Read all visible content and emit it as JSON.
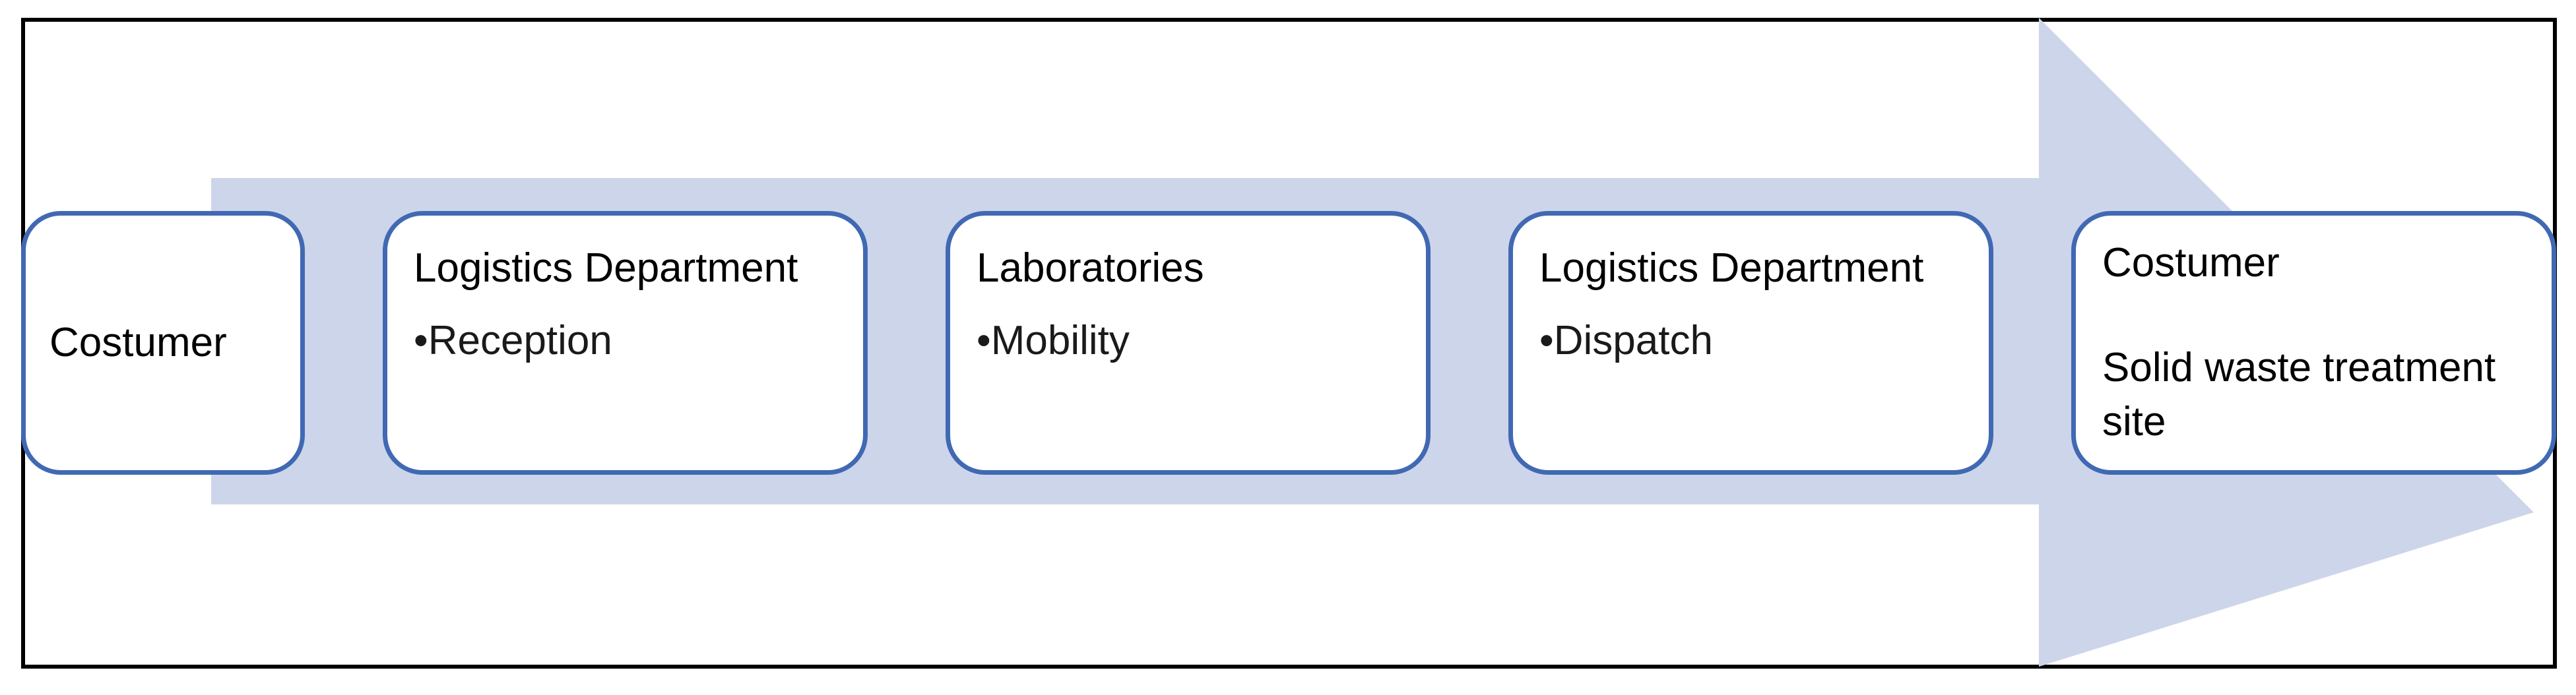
{
  "diagram": {
    "colors": {
      "arrow_fill": "#cdd5ea",
      "box_border": "#4169b3",
      "frame_border": "#000000"
    },
    "steps": [
      {
        "title": "Costumer"
      },
      {
        "title": "Logistics Department",
        "bullet": "•Reception"
      },
      {
        "title": "Laboratories",
        "bullet": "•Mobility"
      },
      {
        "title": "Logistics Department",
        "bullet": "•Dispatch"
      },
      {
        "title": "Costumer",
        "subtitle": "Solid waste treatment site"
      }
    ]
  }
}
